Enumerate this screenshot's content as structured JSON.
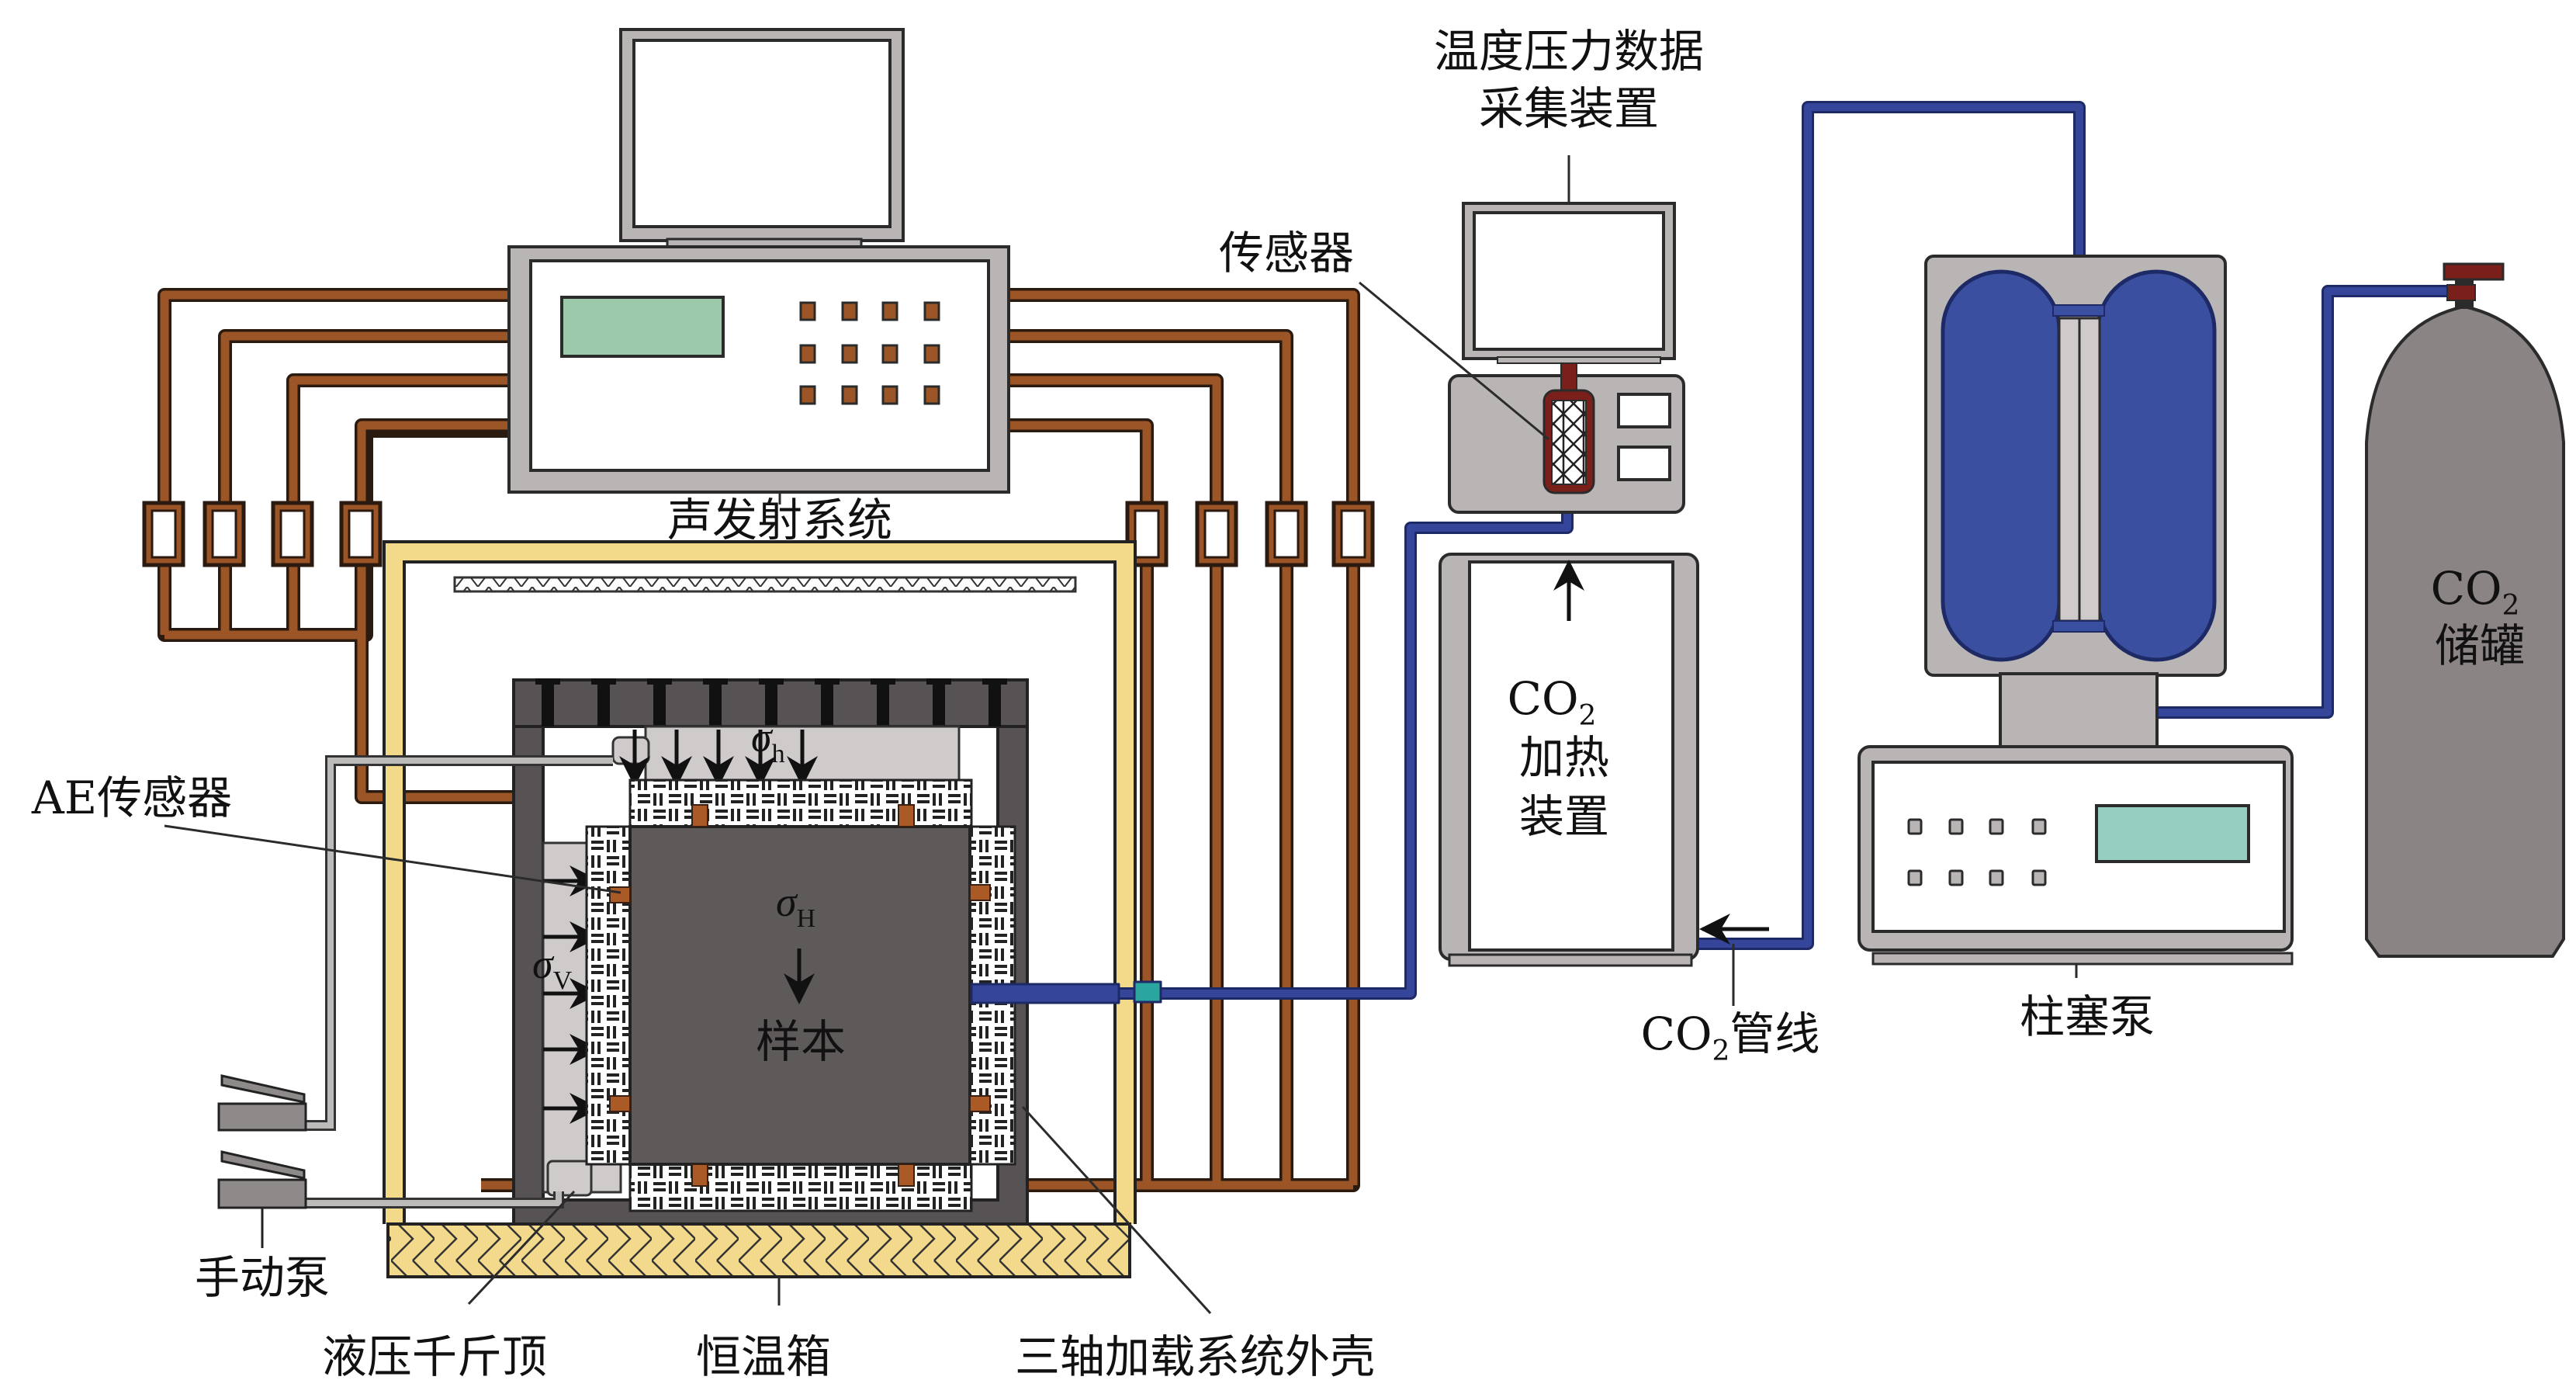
{
  "figure": {
    "type": "experimental apparatus schematic",
    "labels": {
      "acoustic_emission_system": "声发射系统",
      "temp_pressure_daq_line1": "温度压力数据",
      "temp_pressure_daq_line2": "采集装置",
      "sensor": "传感器",
      "co2_heater_line1": "CO",
      "co2_heater_sub": "2",
      "co2_heater_line2": "加热",
      "co2_heater_line3": "装置",
      "co2_pipeline_prefix": "CO",
      "co2_pipeline_sub": "2",
      "co2_pipeline_suffix": "管线",
      "plunger_pump": "柱塞泵",
      "co2_tank_line1": "CO",
      "co2_tank_sub": "2",
      "co2_tank_line2": "储罐",
      "ae_sensor": "AE传感器",
      "manual_pump": "手动泵",
      "hydraulic_jack": "液压千斤顶",
      "thermostat": "恒温箱",
      "triaxial_shell": "三轴加载系统外壳",
      "sample": "样本"
    },
    "stress_symbols": {
      "sigma": "σ",
      "h_sub": "h",
      "H_sub": "H",
      "V_sub": "V"
    },
    "colors": {
      "cable_copper": "#9b5526",
      "co2_pipe": "#34459a",
      "tank_blue": "#3a4fa0",
      "device_gray": "#b9b5b5",
      "shell_dark": "#575354",
      "sample_fill": "#5f5a5a",
      "thermostat_yellow": "#f3d98a",
      "screen_green": "#9cc9a9",
      "screen_teal": "#94cfc0",
      "cylinder_gray": "#8a8484",
      "valve_red": "#7a1f1a",
      "connector_teal": "#2aa5a0"
    }
  }
}
